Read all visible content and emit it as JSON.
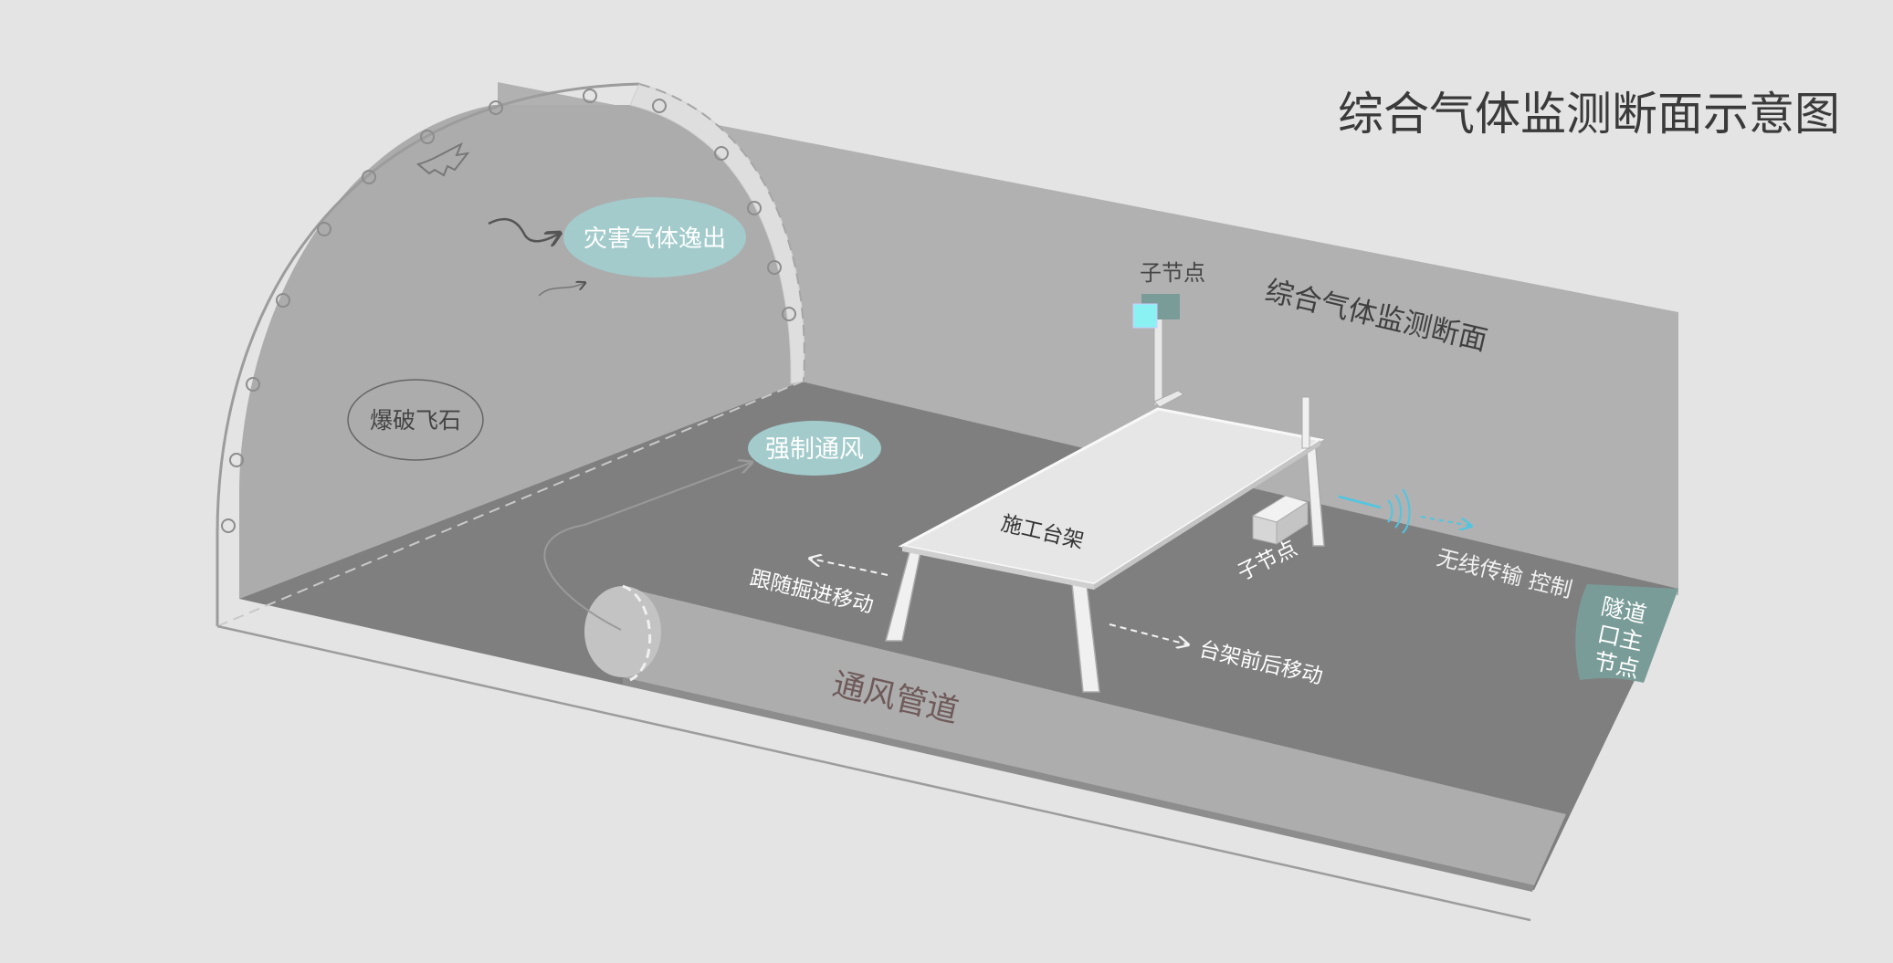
{
  "title": "综合气体监测断面示意图",
  "labels": {
    "section": "综合气体监测断面",
    "sub_node_top": "子节点",
    "sub_node_right": "子节点",
    "disaster_gas": "灾害气体逸出",
    "blast_rock": "爆破飞石",
    "forced_ventilation": "强制通风",
    "platform": "施工台架",
    "follow_move": "跟随掘进移动",
    "platform_move": "台架前后移动",
    "wireless": "无线传输 控制",
    "duct": "通风管道",
    "main_node_line1": "隧道",
    "main_node_line2": "口主",
    "main_node_line3": "节点"
  },
  "colors": {
    "background": "#e4e4e4",
    "wall": "#b1b1b1",
    "floor": "#7f7f7f",
    "duct": "#adadad",
    "teal_bubble": "#a3cbcb",
    "main_node": "#7a9c98",
    "sensor_light": "#8af2f2",
    "signal": "#4fc6e2"
  }
}
